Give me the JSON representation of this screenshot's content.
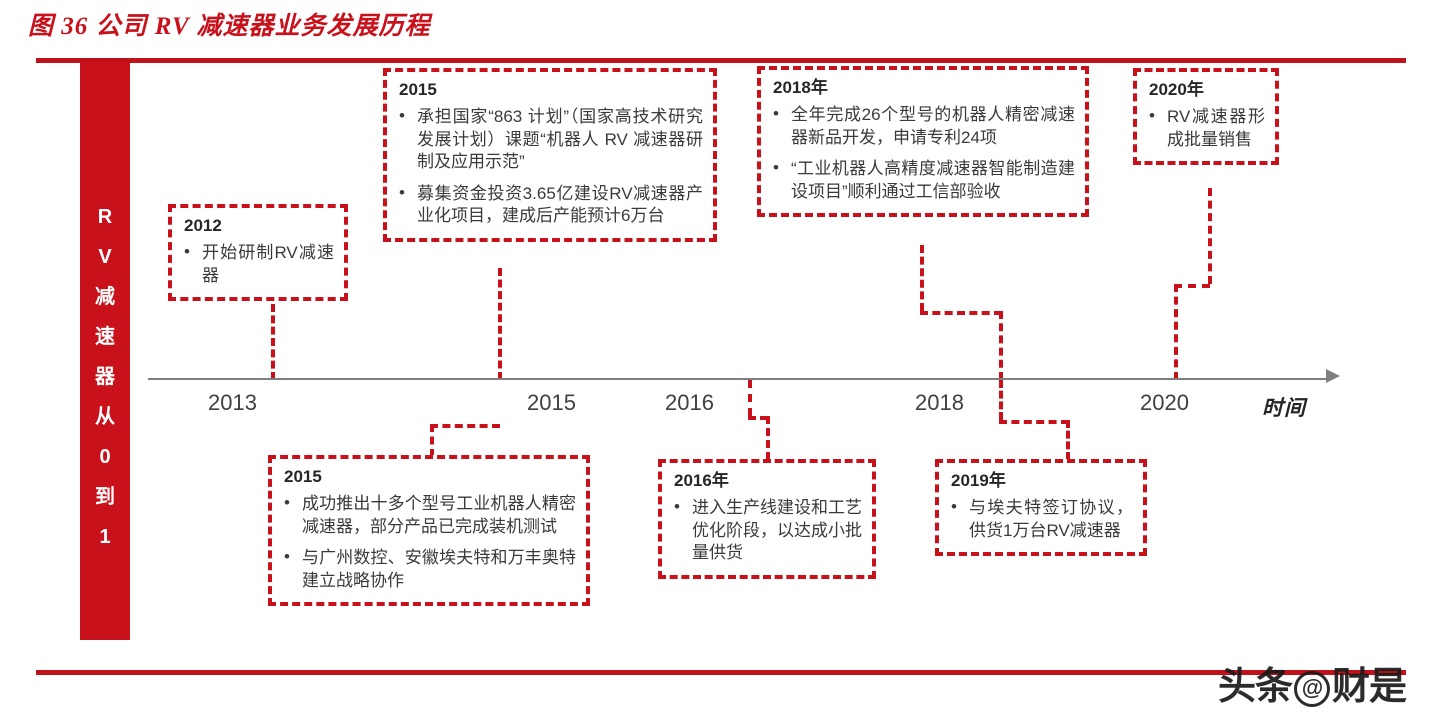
{
  "figure": {
    "title": "图 36  公司 RV 减速器业务发展历程",
    "accent_color": "#C8111B",
    "axis_color": "#7f7f7f",
    "text_color": "#3a3a3a"
  },
  "banner": {
    "label": "RV减速器从0到1",
    "chars": [
      "R",
      "V",
      "减",
      "速",
      "器",
      "从",
      "0",
      "到",
      "1"
    ]
  },
  "timeline": {
    "axis_name": "时间",
    "ticks": [
      {
        "label": "2013"
      },
      {
        "label": "2015"
      },
      {
        "label": "2016"
      },
      {
        "label": "2018"
      },
      {
        "label": "2020"
      }
    ]
  },
  "cards": {
    "y2012": {
      "year": "2012",
      "items": [
        "开始研制RV减速器"
      ]
    },
    "y2015_top": {
      "year": "2015",
      "items": [
        "承担国家“863 计划”（国家高技术研究发展计划）课题“机器人 RV 减速器研制及应用示范”",
        "募集资金投资3.65亿建设RV减速器产业化项目，建成后产能预计6万台"
      ]
    },
    "y2018": {
      "year": "2018年",
      "items": [
        "全年完成26个型号的机器人精密减速器新品开发，申请专利24项",
        "“工业机器人高精度减速器智能制造建设项目”顺利通过工信部验收"
      ]
    },
    "y2020": {
      "year": "2020年",
      "items": [
        "RV减速器形成批量销售"
      ]
    },
    "y2015_bottom": {
      "year": "2015",
      "items": [
        "成功推出十多个型号工业机器人精密减速器，部分产品已完成装机测试",
        "与广州数控、安徽埃夫特和万丰奥特建立战略协作"
      ]
    },
    "y2016": {
      "year": "2016年",
      "items": [
        "进入生产线建设和工艺优化阶段，以达成小批量供货"
      ]
    },
    "y2019": {
      "year": "2019年",
      "items": [
        "与埃夫特签订协议，供货1万台RV减速器"
      ]
    }
  },
  "watermark": {
    "left": "头条",
    "at": "@",
    "right": "财是"
  }
}
